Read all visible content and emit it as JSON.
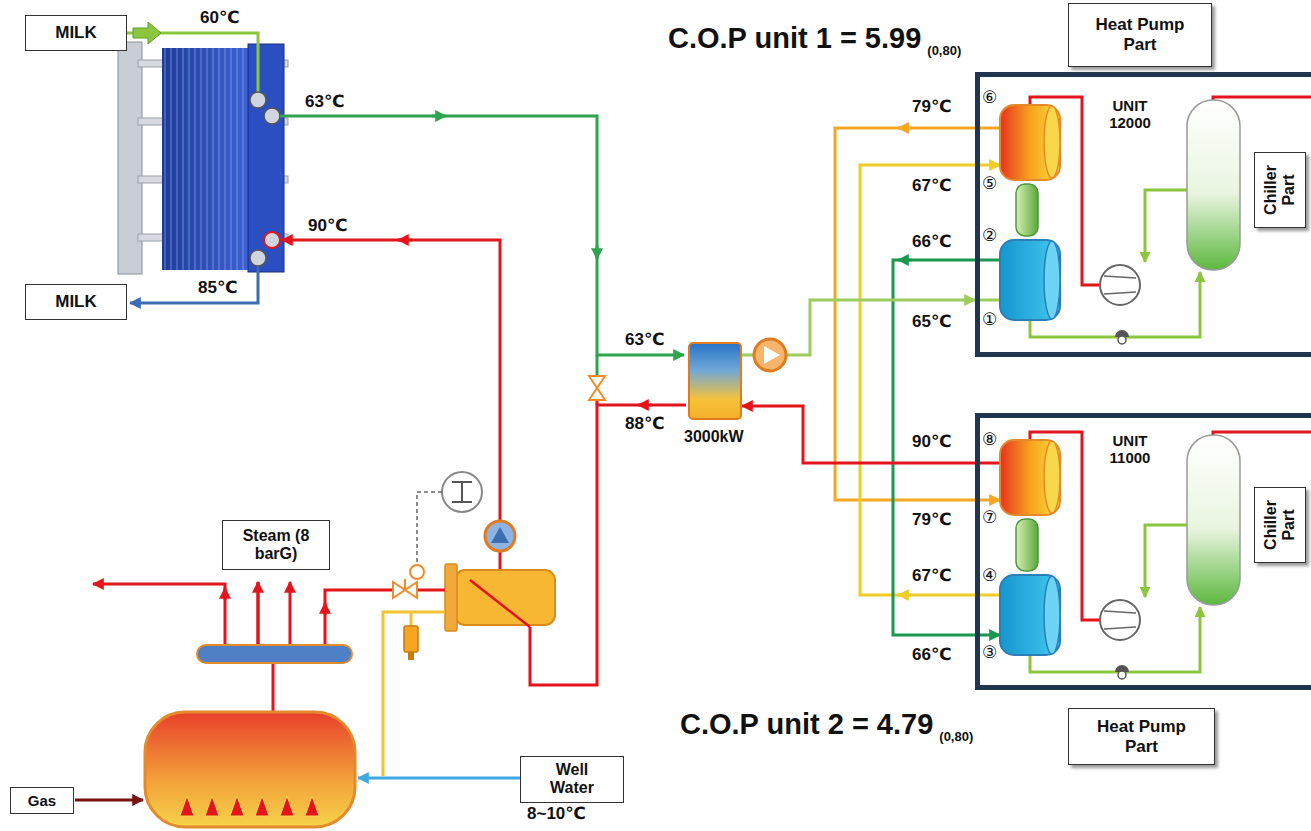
{
  "diagram": {
    "nodes": [
      {
        "text": [
          "MILK"
        ]
      },
      {
        "text": [
          "Heat Pump Part"
        ]
      },
      {
        "text": [
          "UNIT 12000"
        ]
      },
      {
        "text": [
          "Chiller Part"
        ],
        "in": 2
      },
      {
        "text": [
          "MILK"
        ]
      },
      {
        "text": [
          "3000kW"
        ]
      },
      {
        "text": [
          "UNIT 11000"
        ]
      },
      {
        "text": [
          "Chiller Part"
        ],
        "in": 6
      },
      {
        "text": [
          "Steam (8 barG)"
        ]
      },
      {
        "text": [
          "Heat Pump Part"
        ]
      },
      {
        "text": [
          "Gas"
        ]
      },
      {
        "text": [
          "Well Water"
        ]
      }
    ],
    "edges": [
      {
        "from": 5,
        "to": 2,
        "arrow": "to"
      },
      {
        "from": 6,
        "to": 5,
        "arrow": "to"
      }
    ],
    "labels": [
      "C.O.P unit 1 = 5.99",
      "(0,80)",
      "60℃",
      "63℃",
      "79℃",
      "⑥",
      "67℃",
      "⑤",
      "90℃",
      "66℃",
      "②",
      "85℃",
      "65℃",
      "①",
      "63℃",
      "88℃",
      "90℃",
      "⑧",
      "79℃",
      "⑦",
      "67℃",
      "④",
      "66℃",
      "③",
      "C.O.P unit 2 = 4.79",
      "(0,80)",
      "8~10℃"
    ]
  }
}
